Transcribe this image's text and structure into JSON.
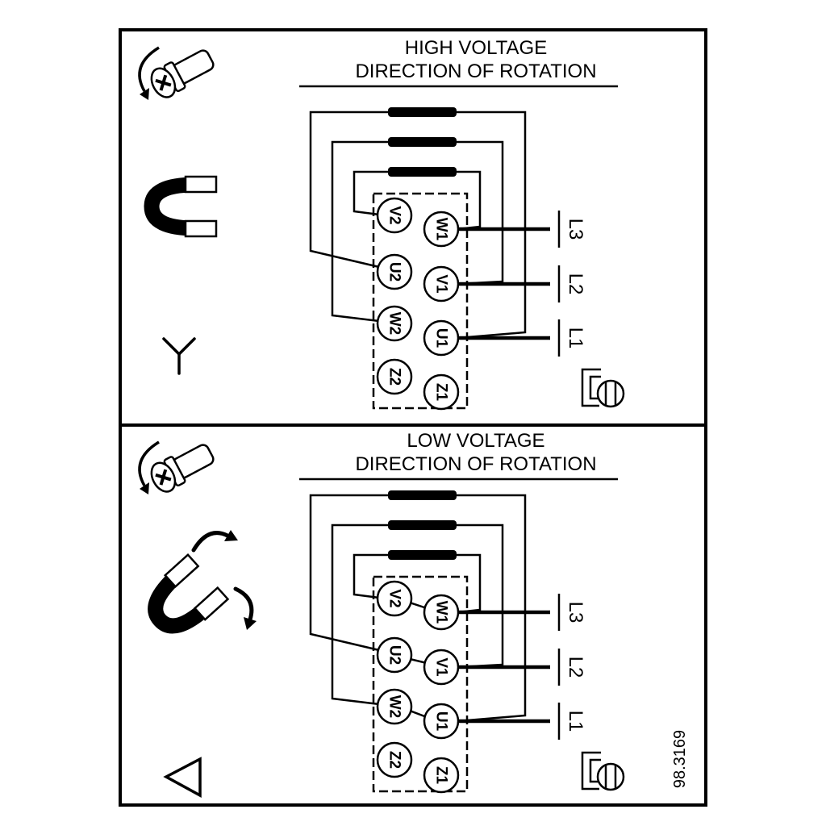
{
  "figure": {
    "reference": "98.3169"
  },
  "panels": {
    "high": {
      "title": "HIGH VOLTAGE",
      "subtitle": "DIRECTION OF ROTATION",
      "connection": "star",
      "terminals": {
        "v2": "V2",
        "u2": "U2",
        "w2": "W2",
        "z2": "Z2",
        "w1": "W1",
        "v1": "V1",
        "u1": "U1",
        "z1": "Z1"
      },
      "supply_lines": {
        "l3": "L3",
        "l2": "L2",
        "l1": "L1"
      }
    },
    "low": {
      "title": "LOW VOLTAGE",
      "subtitle": "DIRECTION OF ROTATION",
      "connection": "delta",
      "terminals": {
        "v2": "V2",
        "u2": "U2",
        "w2": "W2",
        "z2": "Z2",
        "w1": "W1",
        "v1": "V1",
        "u1": "U1",
        "z1": "Z1"
      },
      "supply_lines": {
        "l3": "L3",
        "l2": "L2",
        "l1": "L1"
      }
    }
  },
  "colors": {
    "ink": "#000000",
    "paper": "#ffffff"
  }
}
